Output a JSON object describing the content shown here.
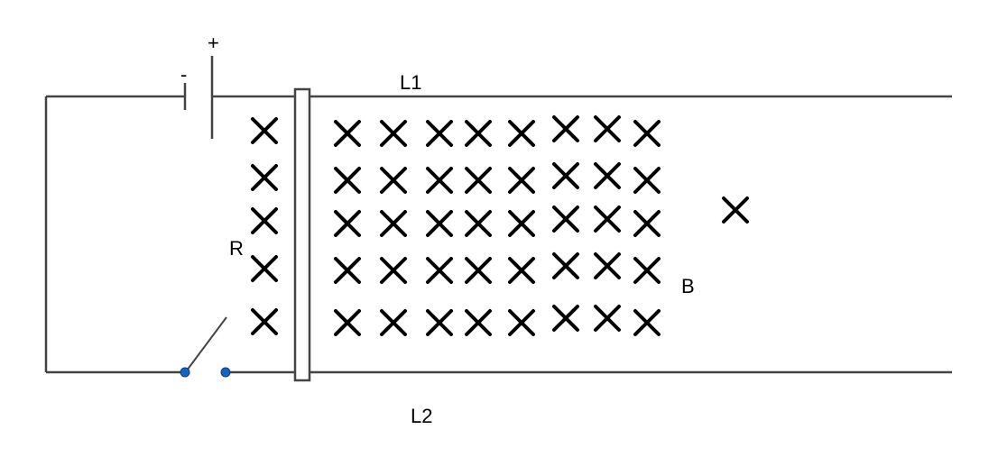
{
  "labels": {
    "rail_top": "L1",
    "rail_bottom": "L2",
    "field": "B",
    "resistor": "R",
    "battery_plus": "+",
    "battery_minus": "-"
  },
  "colors": {
    "wire": "#444444",
    "cross": "#000000",
    "switch_terminal": "#1565c0"
  },
  "magnetic_field": {
    "direction": "into-page",
    "rows": 5,
    "columns_in_grid": 8
  }
}
